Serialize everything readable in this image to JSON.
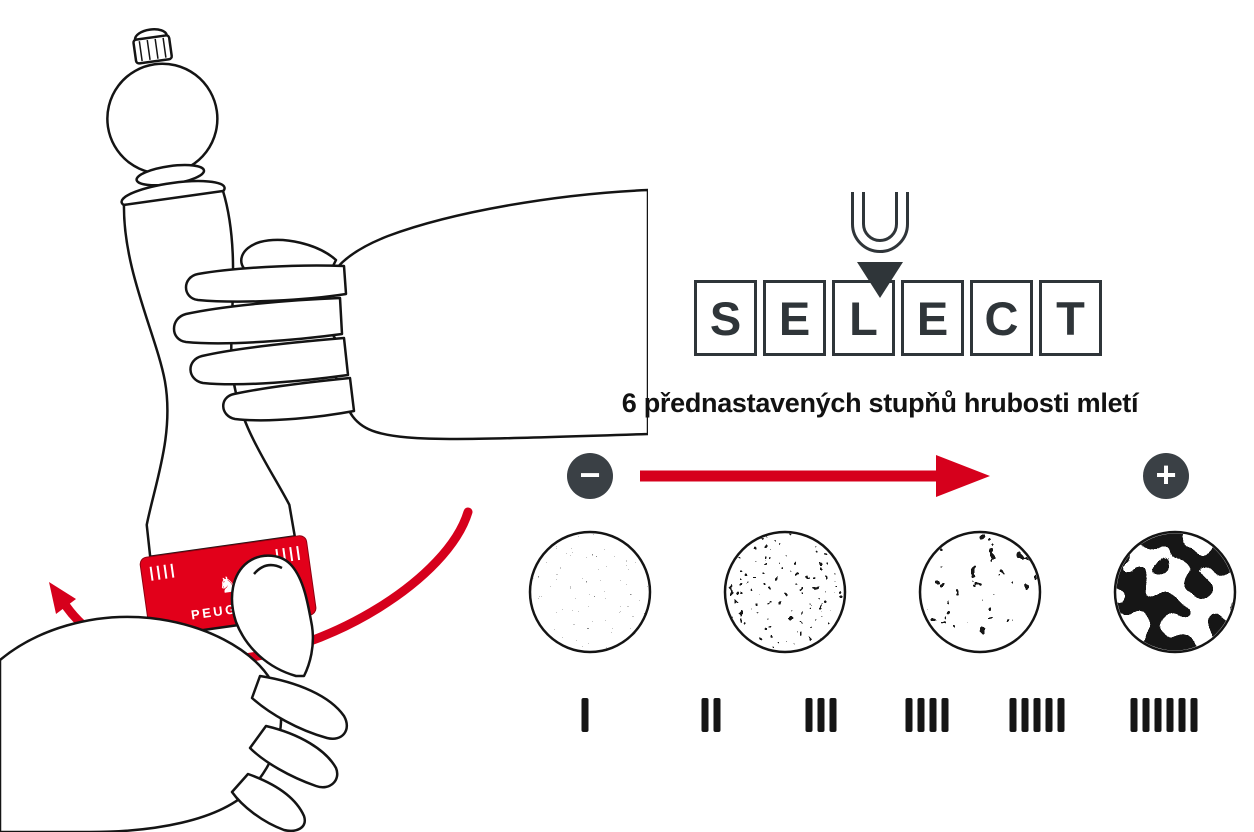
{
  "illustration": {
    "brand": "PEUGEOT",
    "lion_icon": "♞"
  },
  "logo": {
    "u_glyph": "U",
    "letters": [
      "S",
      "E",
      "L",
      "E",
      "C",
      "T"
    ]
  },
  "subtitle": "6 přednastavených stupňů hrubosti mletí",
  "scale": {
    "minus_label": "−",
    "plus_label": "+"
  },
  "grind_levels": {
    "count": 6,
    "tick_groups": [
      1,
      2,
      3,
      4,
      5,
      6
    ]
  },
  "colors": {
    "peugeot_red": "#e2001a",
    "arrow_red": "#d6001c",
    "dark_gray": "#3a4045",
    "ink": "#141414"
  }
}
